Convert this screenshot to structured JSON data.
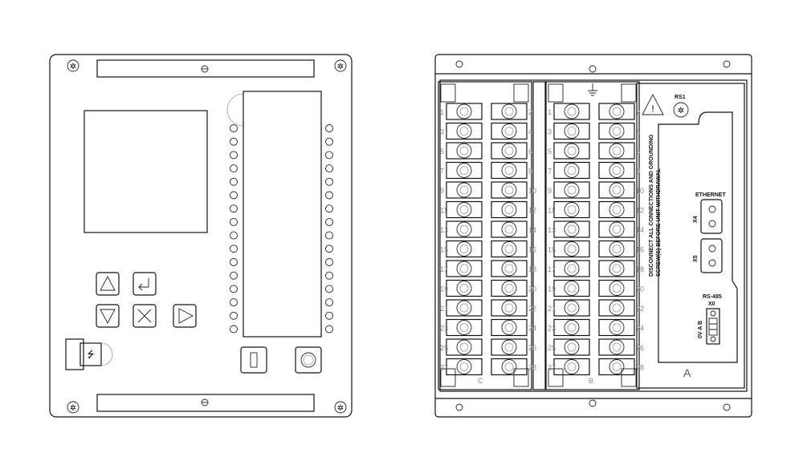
{
  "front_panel": {
    "keys": [
      "up",
      "enter",
      "down",
      "clear",
      "right"
    ],
    "led_count_per_column": 16
  },
  "rear_panel": {
    "slot_c": {
      "label": "C",
      "terminals": [
        "1",
        "2",
        "3",
        "4",
        "5",
        "6",
        "7",
        "8",
        "9",
        "10",
        "11",
        "12",
        "13",
        "14",
        "15",
        "16",
        "17",
        "18",
        "19",
        "20",
        "21",
        "22",
        "23",
        "24",
        "25",
        "26",
        "27",
        "28"
      ]
    },
    "slot_b": {
      "label": "B",
      "terminals": [
        "1",
        "2",
        "3",
        "4",
        "5",
        "6",
        "7",
        "8",
        "9",
        "10",
        "11",
        "12",
        "13",
        "14",
        "15",
        "16",
        "17",
        "18",
        "19",
        "20",
        "21",
        "22",
        "23",
        "24",
        "25",
        "26",
        "27",
        "28"
      ]
    },
    "slot_a": {
      "label": "A",
      "fuse_label": "RS1",
      "warning_line1": "DISCONNECT ALL CONNECTIONS AND GROUNDING",
      "warning_line2": "SCREW(S) BEFORE UNIT WITHDRAWAL",
      "ethernet_label": "ETHERNET",
      "port1_label": "X4",
      "port2_label": "X5",
      "rs485_label": "RS-485",
      "rs485_port": "X0",
      "rs485_pins": "0V A B"
    }
  }
}
